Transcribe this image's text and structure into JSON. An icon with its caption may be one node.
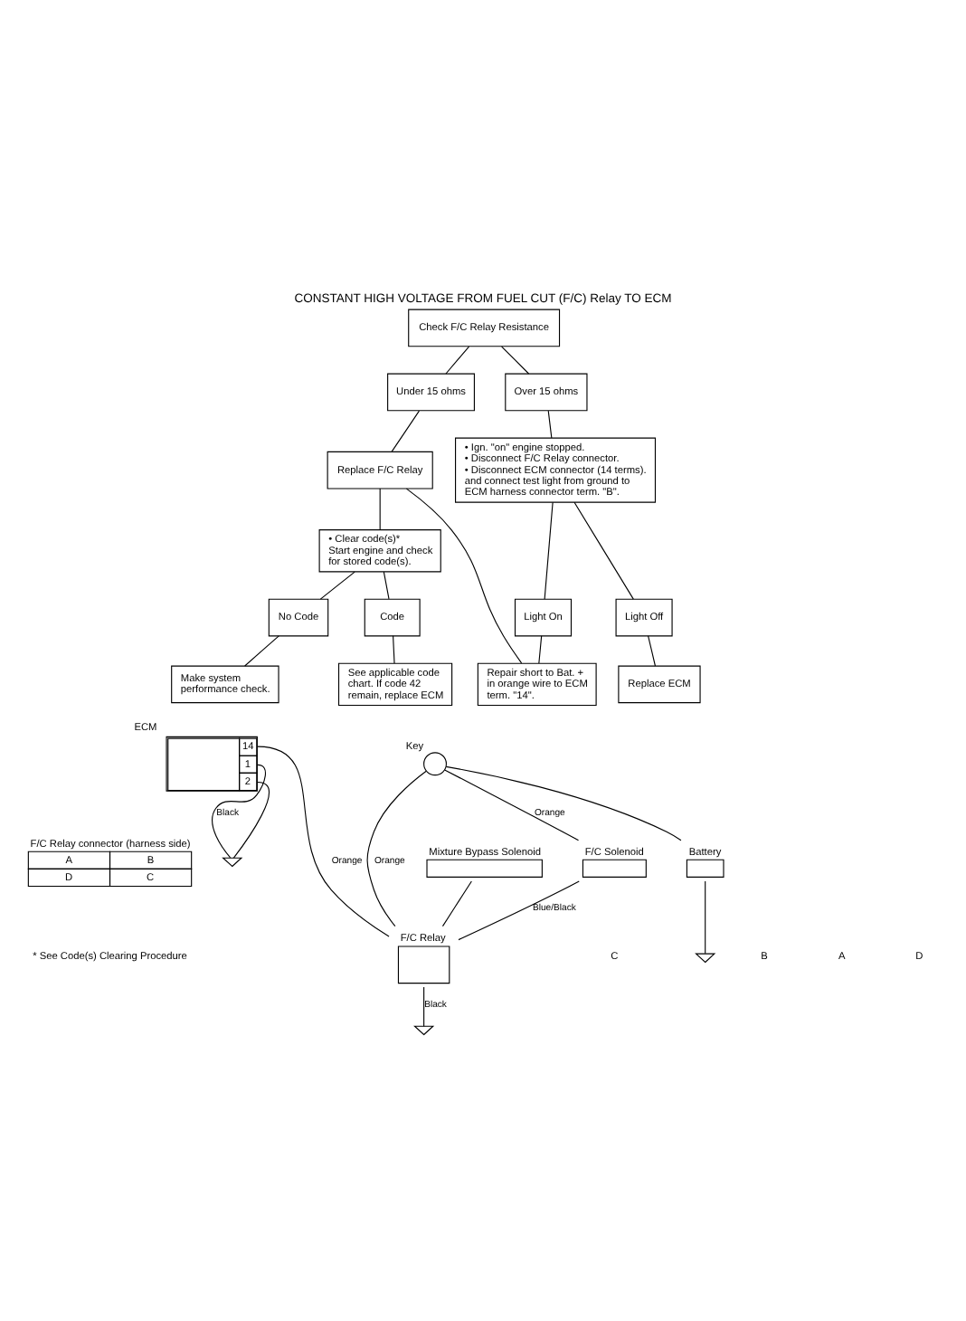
{
  "diagram": {
    "title": "CONSTANT HIGH VOLTAGE FROM FUEL CUT (F/C) Relay TO ECM",
    "nodes": [
      {
        "text": [
          "Check F/C Relay Resistance"
        ]
      },
      {
        "text": [
          "Under 15 ohms"
        ]
      },
      {
        "text": [
          "Over 15 ohms"
        ]
      },
      {
        "text": [
          "Replace F/C Relay"
        ]
      },
      {
        "text": [
          "• Clear code(s)*",
          "Start engine and check for stored code(s)."
        ]
      },
      {
        "text": [
          "No Code"
        ]
      },
      {
        "text": [
          "Code"
        ]
      },
      {
        "text": [
          "Make system performance check."
        ]
      },
      {
        "text": [
          "See applicable code chart. If code 42 remain, replace ECM"
        ]
      },
      {
        "text": [
          "• Ign. \"on\" engine stopped.",
          "• Disconnect F/C Relay connector.",
          "• Disconnect ECM connector (14 terms). and connect test light from ground to ECM harness connector term. \"B\"."
        ]
      },
      {
        "text": [
          "Light On"
        ]
      },
      {
        "text": [
          "Light Off"
        ]
      },
      {
        "text": [
          "Repair short to Bat. + in orange wire to ECM term. \"14\"."
        ]
      },
      {
        "text": [
          "Replace ECM"
        ]
      },
      {
        "text": [
          "14",
          "1",
          "2"
        ],
        "beside": [
          "ECM"
        ]
      },
      {
        "text": [],
        "shape": "ground"
      },
      {
        "text": [],
        "shape": "coil",
        "beside": [
          "F/C Solenoid"
        ]
      },
      {
        "text": [],
        "shape": "coil",
        "beside": [
          "Mixture Bypass Solenoid"
        ]
      },
      {
        "text": [],
        "shape": "box",
        "beside": [
          "F/C Relay"
        ]
      },
      {
        "text": [],
        "shape": "ground"
      },
      {
        "text": [],
        "shape": "circle",
        "beside": [
          "Key"
        ]
      },
      {
        "text": [],
        "shape": "battery",
        "beside": [
          "Battery"
        ]
      },
      {
        "text": [],
        "shape": "ground"
      },
      {
        "text": [
          "A",
          "B",
          "D",
          "C"
        ],
        "beside": [
          "F/C Relay connector (harness side)"
        ]
      }
    ],
    "edges": [
      {
        "from": 0,
        "to": 1,
        "arrow": "none"
      },
      {
        "from": 0,
        "to": 2,
        "arrow": "none"
      },
      {
        "from": 1,
        "to": 3,
        "arrow": "none"
      },
      {
        "from": 3,
        "to": 4,
        "arrow": "none"
      },
      {
        "from": 4,
        "to": 5,
        "arrow": "none"
      },
      {
        "from": 4,
        "to": 6,
        "arrow": "none"
      },
      {
        "from": 5,
        "to": 7,
        "arrow": "none"
      },
      {
        "from": 6,
        "to": 8,
        "arrow": "none"
      },
      {
        "from": 3,
        "to": 12,
        "arrow": "none"
      },
      {
        "from": 2,
        "to": 9,
        "arrow": "none"
      },
      {
        "from": 9,
        "to": 10,
        "arrow": "none"
      },
      {
        "from": 9,
        "to": 11,
        "arrow": "none"
      },
      {
        "from": 10,
        "to": 12,
        "arrow": "none"
      },
      {
        "from": 11,
        "to": 13,
        "arrow": "none"
      },
      {
        "from": 14,
        "to": 18,
        "label": "Orange",
        "arrow": "none"
      },
      {
        "from": 14,
        "to": 15,
        "label": "Black",
        "arrow": "none"
      },
      {
        "from": 14,
        "to": 15,
        "arrow": "none"
      },
      {
        "from": 20,
        "to": 16,
        "label": "Orange",
        "arrow": "none"
      },
      {
        "from": 20,
        "to": 18,
        "label": "Orange",
        "arrow": "none"
      },
      {
        "from": 16,
        "to": 18,
        "label": "Blue/Black",
        "arrow": "none"
      },
      {
        "from": 17,
        "to": 18,
        "arrow": "none"
      },
      {
        "from": 18,
        "to": 19,
        "label": "Black",
        "arrow": "none"
      },
      {
        "from": 20,
        "to": 21,
        "arrow": "none"
      },
      {
        "from": 21,
        "to": 22,
        "arrow": "none"
      }
    ],
    "labels": [
      "C",
      "B",
      "A",
      "D",
      "* See Code(s) Clearing Procedure"
    ]
  }
}
